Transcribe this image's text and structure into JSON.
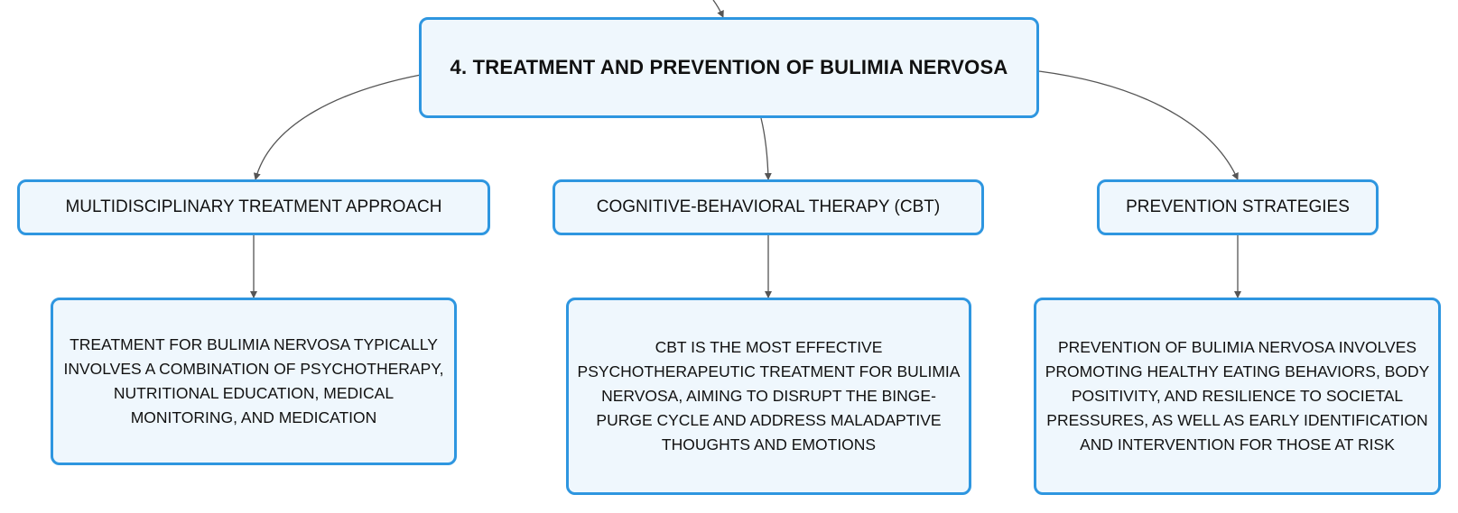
{
  "diagram": {
    "root": {
      "title": "4. TREATMENT AND PREVENTION OF BULIMIA NERVOSA"
    },
    "branches": [
      {
        "label": "MULTIDISCIPLINARY TREATMENT APPROACH",
        "detail": "TREATMENT FOR BULIMIA NERVOSA TYPICALLY INVOLVES A COMBINATION OF PSYCHOTHERAPY, NUTRITIONAL EDUCATION, MEDICAL MONITORING, AND MEDICATION"
      },
      {
        "label": "COGNITIVE-BEHAVIORAL THERAPY (CBT)",
        "detail": "CBT IS THE MOST EFFECTIVE PSYCHOTHERAPEUTIC TREATMENT FOR BULIMIA NERVOSA, AIMING TO DISRUPT THE BINGE-PURGE CYCLE AND ADDRESS MALADAPTIVE THOUGHTS AND EMOTIONS"
      },
      {
        "label": "PREVENTION STRATEGIES",
        "detail": "PREVENTION OF BULIMIA NERVOSA INVOLVES PROMOTING HEALTHY EATING BEHAVIORS, BODY POSITIVITY, AND RESILIENCE TO SOCIETAL PRESSURES, AS WELL AS EARLY IDENTIFICATION AND INTERVENTION FOR THOSE AT RISK"
      }
    ]
  },
  "colors": {
    "node_border": "#2e96e0",
    "node_fill": "#eff7fd",
    "connector": "#555555",
    "text": "#111111"
  }
}
